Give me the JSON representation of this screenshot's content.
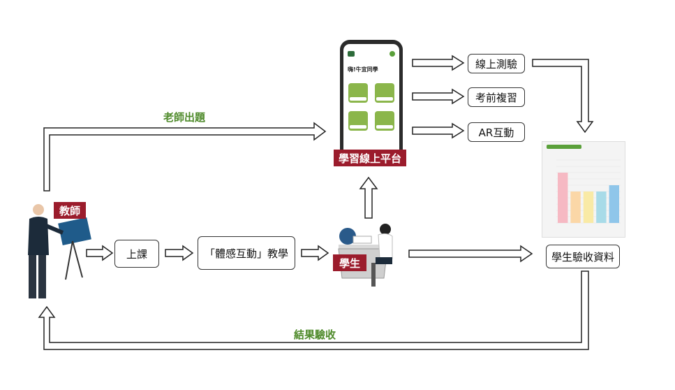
{
  "labels": {
    "teacher_question": "老師出題",
    "result_acceptance": "結果驗收"
  },
  "boxes": {
    "online_test": "線上測驗",
    "exam_review": "考前複習",
    "ar_interaction": "AR互動",
    "class": "上課",
    "somatosensory": "「體感互動」教學",
    "student_data": "學生驗收資料"
  },
  "tags": {
    "platform": "學習線上平台",
    "teacher": "教師",
    "student": "學生"
  },
  "phone": {
    "greeting": "嗨!牛宜同學"
  },
  "colors": {
    "tag_red": "#9b1c2c",
    "label_green": "#4e8a2a",
    "bar_colors": [
      "#f6b9c3",
      "#fbd7a7",
      "#f9eaa6",
      "#a8dbe8",
      "#8fc6ea"
    ]
  },
  "chart_data": {
    "type": "bar",
    "values": [
      80,
      50,
      50,
      50,
      60
    ],
    "ylim": [
      0,
      100
    ]
  }
}
